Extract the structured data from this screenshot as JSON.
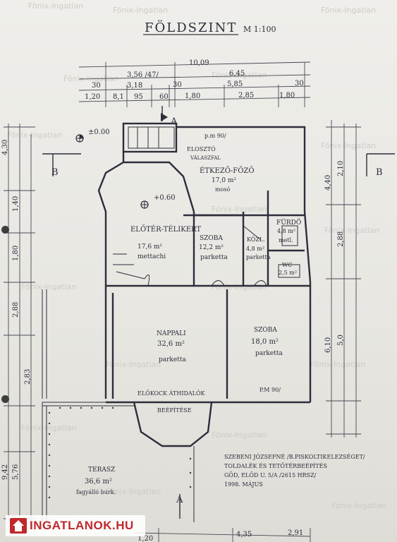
{
  "plan": {
    "title": "FÖLDSZINT",
    "scale": "M 1:100",
    "level": "±0.00",
    "level2": "+0.60",
    "section_a": "A",
    "section_b": "B"
  },
  "dimensions": {
    "total": "10,09",
    "top_row1": [
      "3,56 /47/",
      "6,45"
    ],
    "top_row2": [
      "30",
      "3,18",
      "30",
      "5,85",
      "30"
    ],
    "top_row3": [
      "1,20",
      "8,1",
      "95",
      "60",
      "1,80",
      "2,85",
      "1,80"
    ],
    "right_col": [
      "4,40",
      "2,10",
      "2,88",
      "6,10",
      "5,0"
    ],
    "left_col": [
      "4,30",
      "1,40",
      "1,80",
      "2,88",
      "2,83",
      "5,76",
      "9,42"
    ],
    "bottom_row": [
      "1,20",
      "4,35",
      "2,91"
    ]
  },
  "rooms": [
    {
      "name": "ELŐTÉR-TÉLIKERT",
      "area": "17,6 m²",
      "floor": "mettachi"
    },
    {
      "name": "ÉTKEZŐ-FŐZŐ",
      "area": "17,0 m²",
      "floor": "mosó"
    },
    {
      "name": "ELOSZTÓ",
      "area": "",
      "floor": "VÁLASZFAL"
    },
    {
      "name": "SZOBA",
      "area": "12,2 m²",
      "floor": "parketta"
    },
    {
      "name": "KÖZL.",
      "area": "4,8 m²",
      "floor": "parketta"
    },
    {
      "name": "FÜRDŐ",
      "area": "4,8 m²",
      "floor": "metl."
    },
    {
      "name": "WC",
      "area": "2,5 m²",
      "floor": ""
    },
    {
      "name": "NAPPALI",
      "area": "32,6 m²",
      "floor": "parketta"
    },
    {
      "name": "SZOBA",
      "area": "18,0 m²",
      "floor": "parketta"
    },
    {
      "name": "TERASZ",
      "area": "36,6 m²",
      "floor": "fagyálló burk."
    }
  ],
  "notes": {
    "opening": "ELŐKOCK ÁTHIDALÓK",
    "beam": "BEÉPÍTÉSE",
    "sill": "p.m 90/",
    "sill2": "P.M 90/",
    "owner_line1": "SZEBENI JÓZSEFNÉ /B.PISKOLTIKELEZSÉGET/",
    "owner_line2": "TOLDALÉK ÉS TETŐTÉRBEÉPÍTÉS",
    "owner_line3": "GÖD, ELŐD U. 5/A /2615 HRSZ/",
    "owner_line4": "1998. MÁJUS"
  },
  "watermark": "Fönix-Ingatlan",
  "brand": "INGATLANOK.HU",
  "colors": {
    "ink": "#3b3a45",
    "brand": "#c0282e",
    "paper": "#ecebe6"
  }
}
